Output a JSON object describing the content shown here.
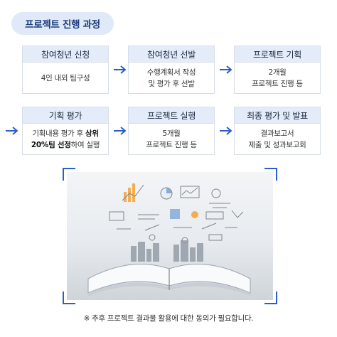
{
  "title": "프로젝트 진행 과정",
  "steps": [
    {
      "head": "참여청년 신청",
      "line1": "4인 내외 팀구성",
      "line2": ""
    },
    {
      "head": "참여청년 선발",
      "line1": "수행계획서 작성",
      "line2": "및 평가 후 선발"
    },
    {
      "head": "프로젝트 기획",
      "line1": "2개월",
      "line2": "프로젝트 진행 등"
    },
    {
      "head": "기획 평가",
      "line1_a": "기획내용 평가 후 ",
      "line1_b": "상위",
      "line2_a": "20%팀 선정",
      "line2_b": "하여 실행"
    },
    {
      "head": "프로젝트 실행",
      "line1": "5개월",
      "line2": "프로젝트 진행 등"
    },
    {
      "head": "최종 평가 및 발표",
      "line1": "결과보고서",
      "line2": "제출 및 성과보고회"
    }
  ],
  "photo": {
    "description_icon": "open-book-with-infographics-illustration"
  },
  "note": "※ 추후 프로젝트 결과물 활용에 대한 동의가 필요합니다.",
  "colors": {
    "accent": "#2b5ec8",
    "header_bg": "#e3ecf8",
    "title_bg": "#dfe9f7"
  }
}
